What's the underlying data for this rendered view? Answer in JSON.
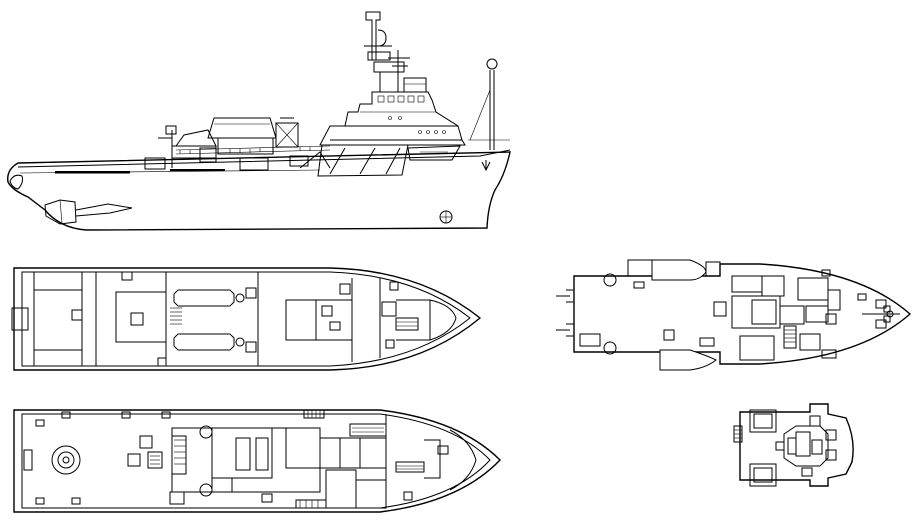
{
  "drawing": {
    "background": "#ffffff",
    "line_color": "#000000",
    "views": [
      {
        "id": "profile",
        "kind": "side-elevation"
      },
      {
        "id": "main-deck",
        "kind": "deck-plan"
      },
      {
        "id": "lower-deck",
        "kind": "deck-plan"
      },
      {
        "id": "upper-deck",
        "kind": "deck-plan"
      },
      {
        "id": "bridge-deck",
        "kind": "deck-plan"
      }
    ]
  }
}
